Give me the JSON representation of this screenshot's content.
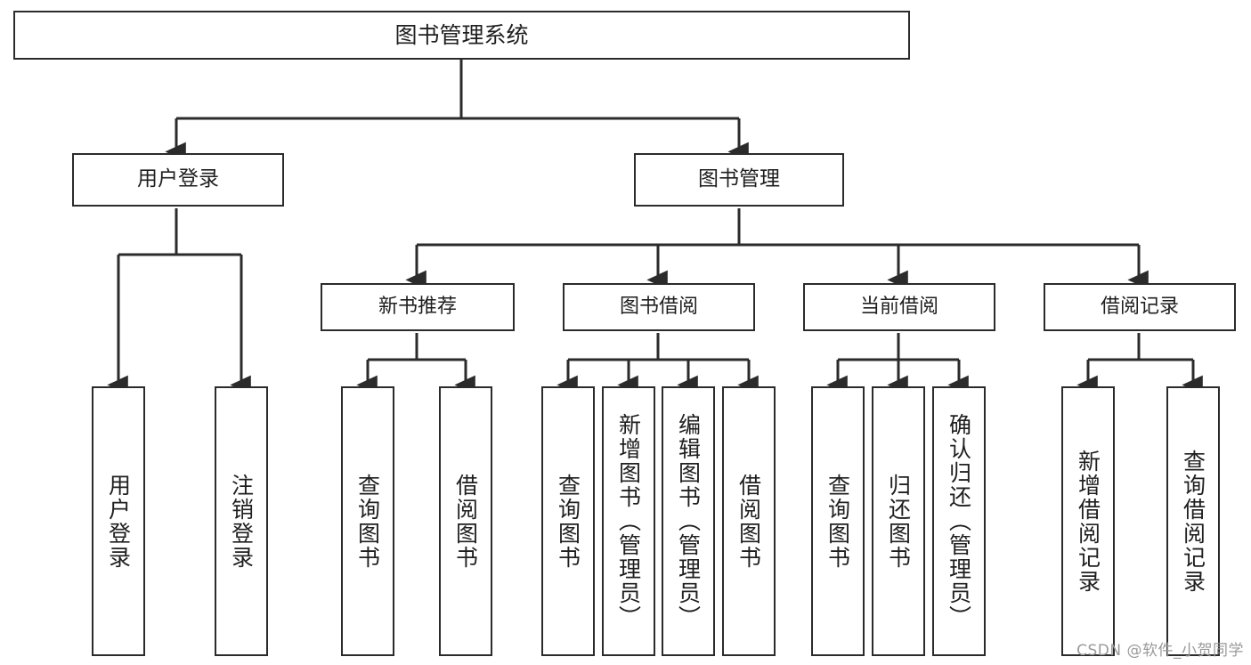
{
  "diagram": {
    "title": "图书管理系统",
    "watermark": "CSDN @软件_小贺同学",
    "colors": {
      "box_border": "#2b2b2b",
      "box_fill": "#ffffff",
      "connector": "#2b2b2b",
      "text": "#1f1f1f",
      "watermark": "#9a9a9a",
      "background": "#ffffff"
    },
    "root": {
      "label": "图书管理系统"
    },
    "level1": [
      {
        "label": "用户登录"
      },
      {
        "label": "图书管理"
      }
    ],
    "level2": [
      {
        "label": "新书推荐"
      },
      {
        "label": "图书借阅"
      },
      {
        "label": "当前借阅"
      },
      {
        "label": "借阅记录"
      }
    ],
    "leaves": {
      "user_login": [
        {
          "label": "用户登录"
        },
        {
          "label": "注销登录"
        }
      ],
      "new_book": [
        {
          "label": "查询图书"
        },
        {
          "label": "借阅图书"
        }
      ],
      "book_borrow": [
        {
          "label": "查询图书"
        },
        {
          "label": "新增图书（管理员）"
        },
        {
          "label": "编辑图书（管理员）"
        },
        {
          "label": "借阅图书"
        }
      ],
      "current_borrow": [
        {
          "label": "查询图书"
        },
        {
          "label": "归还图书"
        },
        {
          "label": "确认归还（管理员）"
        }
      ],
      "borrow_record": [
        {
          "label": "新增借阅记录"
        },
        {
          "label": "查询借阅记录"
        }
      ]
    }
  }
}
